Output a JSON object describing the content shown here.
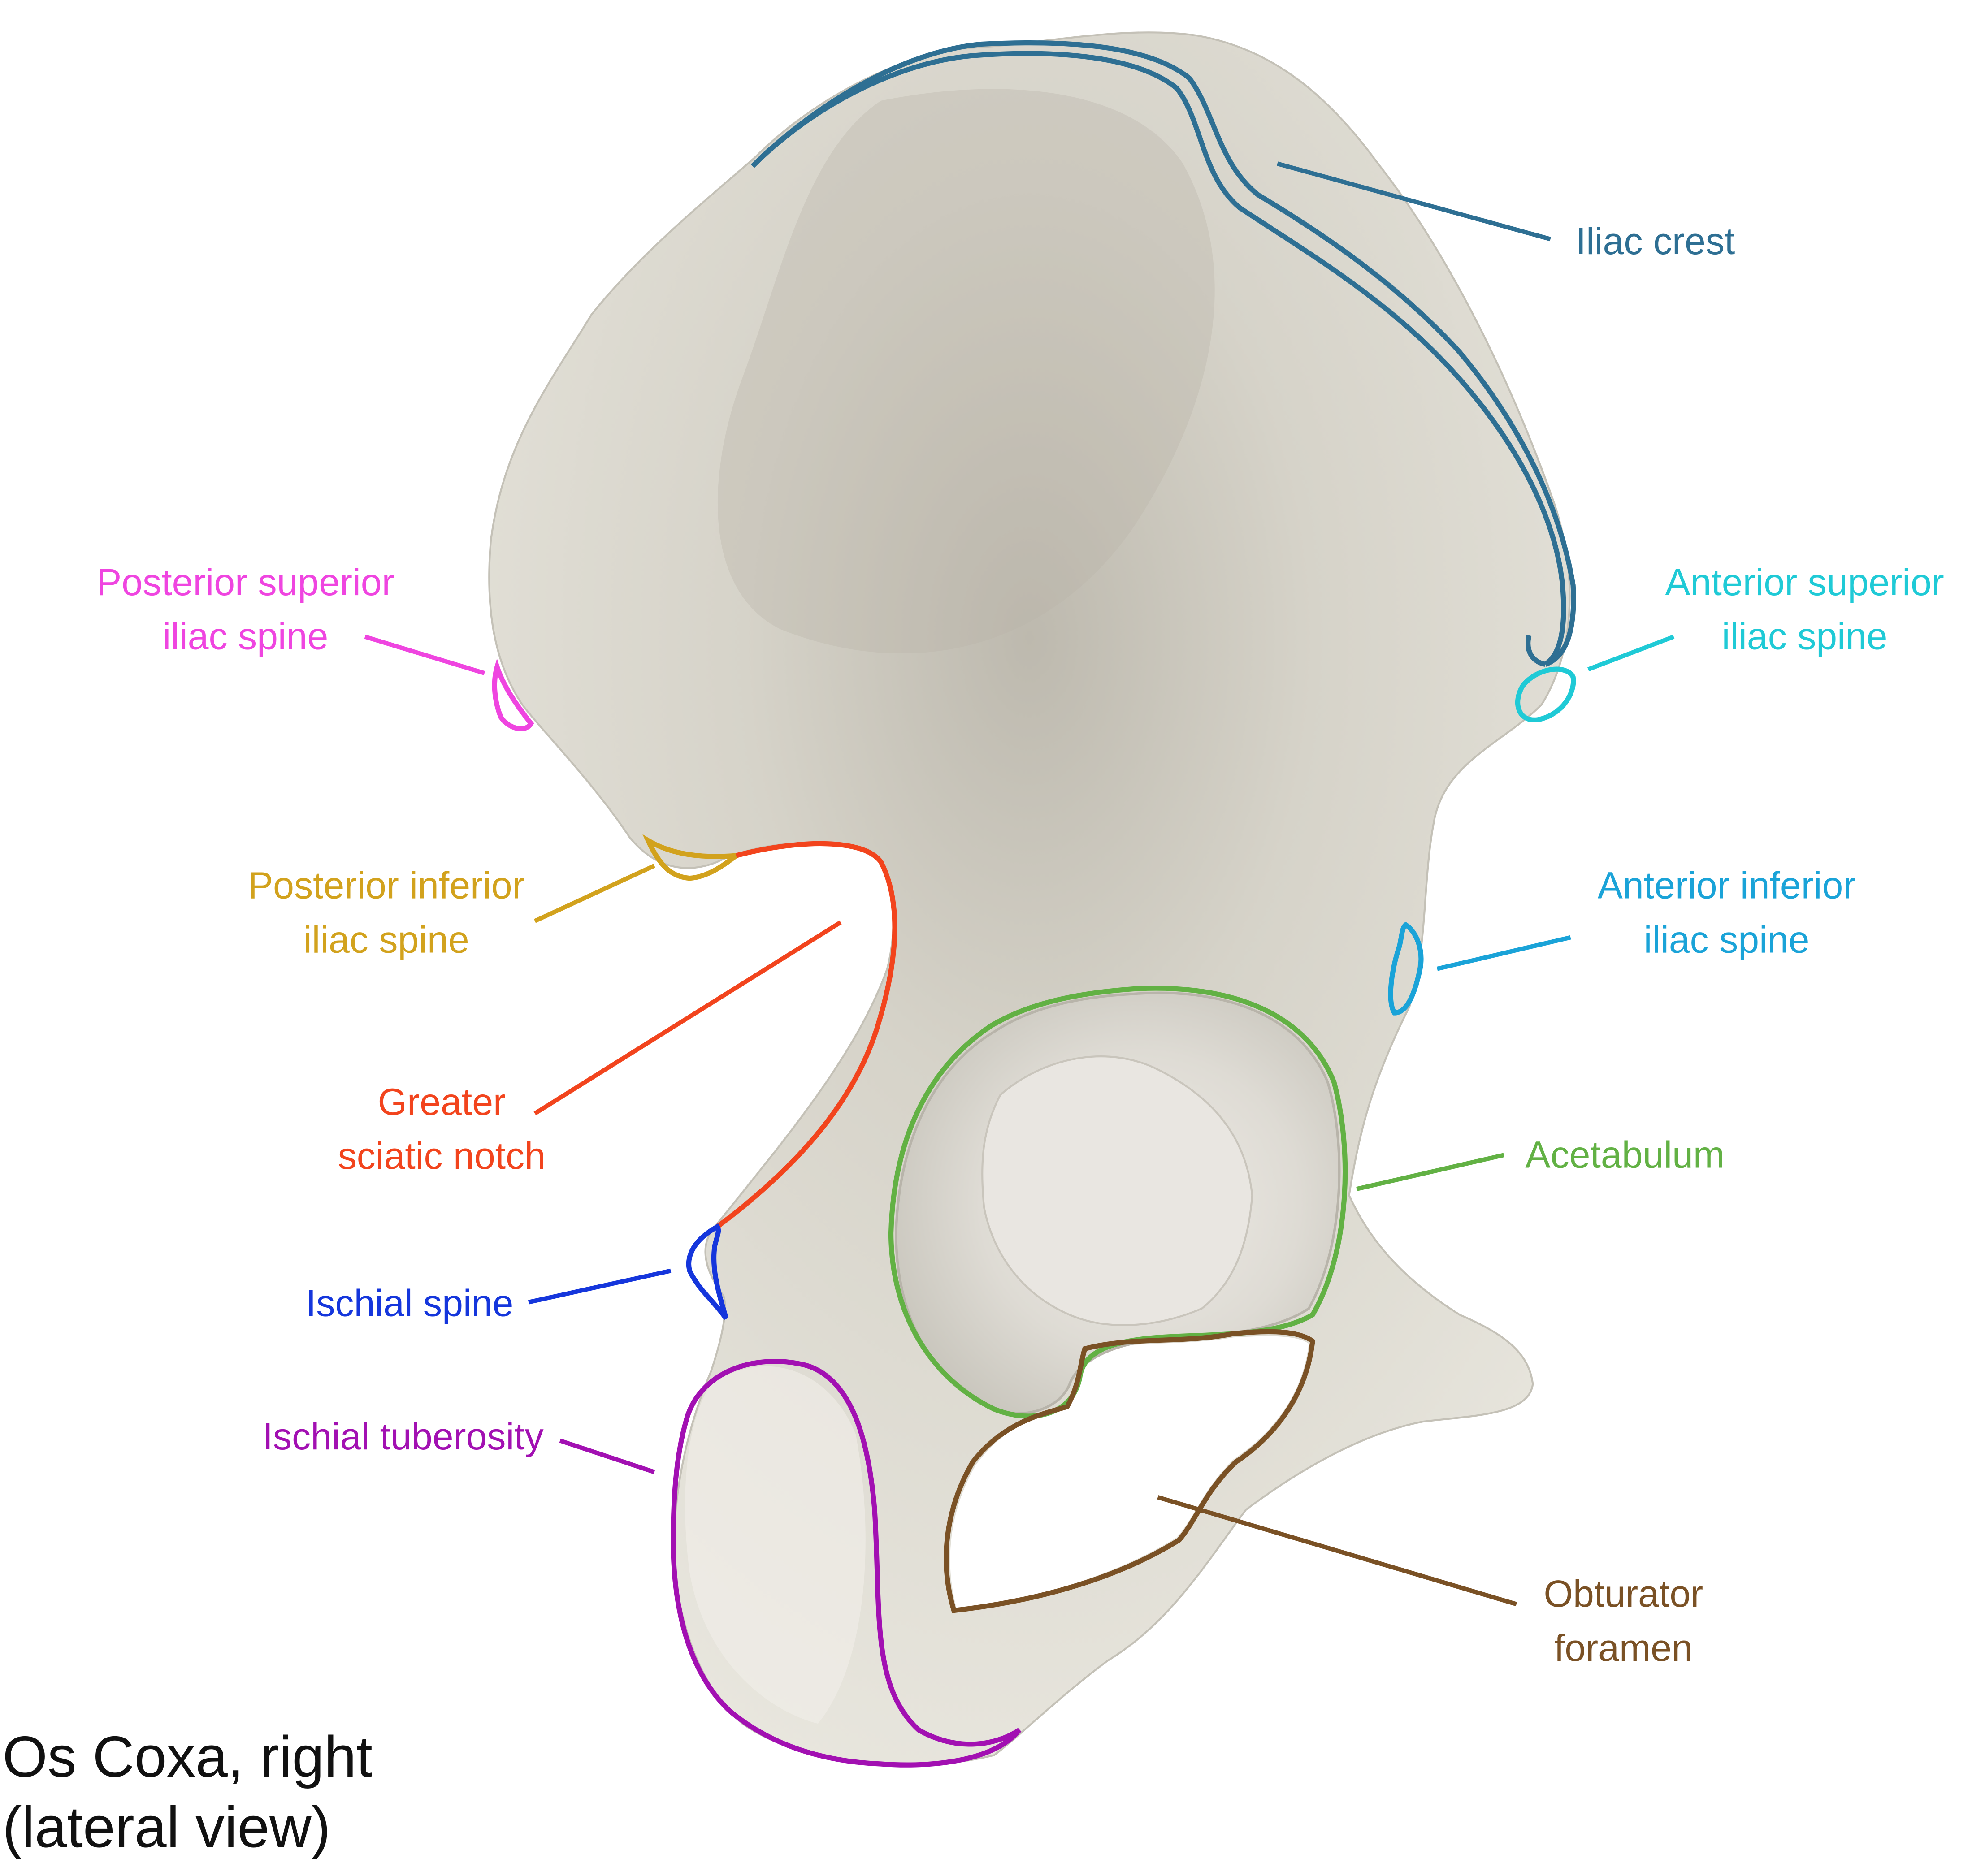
{
  "title": {
    "line1": "Os Coxa, right",
    "line2": "(lateral view)"
  },
  "labels": {
    "iliac_crest": {
      "line1": "Iliac crest",
      "color": "#2e6f93"
    },
    "asis": {
      "line1": "Anterior superior",
      "line2": "iliac spine",
      "color": "#1fcad6"
    },
    "psis": {
      "line1": "Posterior superior",
      "line2": "iliac spine",
      "color": "#ef45e0"
    },
    "aiis": {
      "line1": "Anterior inferior",
      "line2": "iliac spine",
      "color": "#1aa3d8"
    },
    "piis": {
      "line1": "Posterior inferior",
      "line2": "iliac spine",
      "color": "#d2a21d"
    },
    "greater_sciatic_notch": {
      "line1": "Greater",
      "line2": "sciatic notch",
      "color": "#f2441d"
    },
    "acetabulum": {
      "line1": "Acetabulum",
      "color": "#62b144"
    },
    "ischial_spine": {
      "line1": "Ischial spine",
      "color": "#1536dc"
    },
    "ischial_tuberosity": {
      "line1": "Ischial tuberosity",
      "color": "#a210b2"
    },
    "obturator_foramen": {
      "line1": "Obturator",
      "line2": "foramen",
      "color": "#7a5125"
    }
  },
  "bone_color": "#e2e0d6"
}
